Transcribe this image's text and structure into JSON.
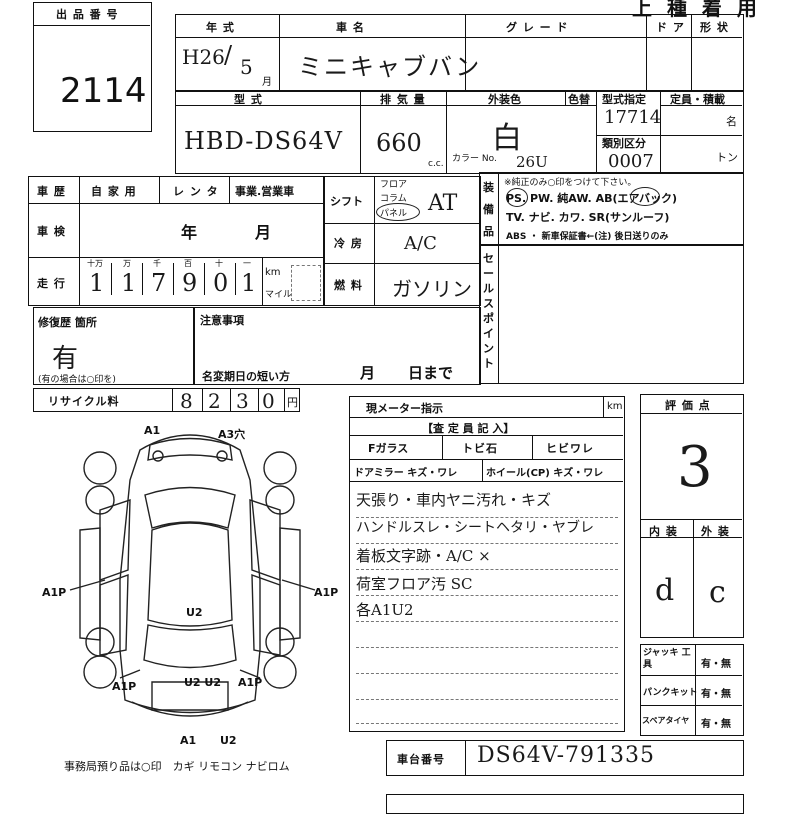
{
  "header": {
    "lot_label": "出 品 番 号",
    "lot_number": "2114",
    "title_right": "上 種 着 用",
    "year_col": "年 式",
    "name_col": "車 名",
    "grade_col": "グ レ ー ド",
    "door_col": "ド ア",
    "shape_col": "形 状",
    "year_value": "H26",
    "month_value": "5",
    "month_unit": "月",
    "car_name": "ミニキャブバン"
  },
  "specs": {
    "model_label": "型 式",
    "model_value": "HBD-DS64V",
    "displacement_label": "排 気 量",
    "displacement_value": "660",
    "cc_unit": "c.c.",
    "exterior_color_label": "外装色",
    "color_change_label": "色替",
    "color_value": "白",
    "color_no_label": "カラー No.",
    "color_no_value": "26U",
    "type_designation_label": "型式指定",
    "type_designation_value": "17714",
    "class_label": "類別区分",
    "class_value": "0007",
    "capacity_label": "定員・積載",
    "capacity_unit_person": "名",
    "capacity_unit_ton": "トン"
  },
  "history": {
    "history_label": "車 歴",
    "private_label": "自 家 用",
    "rental_label": "レ ン タ",
    "business_label": "事業.営業車",
    "inspection_label": "車 検",
    "inspection_year_unit": "年",
    "inspection_month_unit": "月",
    "mileage_label": "走 行",
    "digit_units": [
      "十万",
      "万",
      "千",
      "百",
      "十",
      "一"
    ],
    "mileage_digits": [
      "1",
      "1",
      "7",
      "9",
      "0",
      "1"
    ],
    "km_unit": "km",
    "mile_unit": "マイル"
  },
  "mechanics": {
    "shift_label": "シフト",
    "shift_options": [
      "フロア",
      "コラム",
      "パネル"
    ],
    "shift_value": "AT",
    "ac_label": "冷 房",
    "ac_value": "A/C",
    "fuel_label": "燃 料",
    "fuel_value": "ガソリン"
  },
  "equipment": {
    "label": "装 備 品",
    "note": "※純正のみ○印をつけて下さい。",
    "row1": "PS. PW. 純AW. AB(エアバック)",
    "row2": "TV. ナビ. カワ. SR(サンルーフ)",
    "row3": "ABS ・ 新車保証書←(注) 後日送りのみ"
  },
  "sales_point_label": "セールスポイント",
  "repair": {
    "label": "修復歴 箇所",
    "value": "有",
    "note": "(有の場合は○印を)"
  },
  "caution": {
    "label": "注意事項",
    "short_name_change_label": "名変期日の短い方",
    "month_unit": "月",
    "day_until": "日まで"
  },
  "recycle": {
    "label": "リサイクル料",
    "digits": [
      "8",
      "2",
      "3",
      "0"
    ],
    "yen_unit": "円"
  },
  "inspector": {
    "meter_label": "現メーター指示",
    "km_unit": "km",
    "header": "【査 定 員 記 入】",
    "glass_label": "Fガラス",
    "glass_chip": "トビ石",
    "glass_crack": "ヒビワレ",
    "mirror_label": "ドアミラー キズ・ワレ",
    "wheel_label": "ホイール(CP) キズ・ワレ",
    "notes": [
      "天張り・車内ヤニ汚れ・キズ",
      "ハンドルスレ・シートヘタリ・ヤブレ",
      "着板文字跡・A/C ×",
      "荷室フロア汚 SC",
      "各A1U2"
    ]
  },
  "rating": {
    "label": "評 価 点",
    "value": "3",
    "interior_label": "内 装",
    "exterior_label": "外 装",
    "interior_value": "d",
    "exterior_value": "c"
  },
  "tools": {
    "jack_label": "ジャッキ 工 具",
    "puncture_label": "パンクキット",
    "spare_label": "スペアタイヤ",
    "yes_no": "有・無"
  },
  "chassis": {
    "label": "車台番号",
    "value": "DS64V-791335"
  },
  "diagram": {
    "marks": [
      "A1",
      "A3穴",
      "A1P",
      "A1P",
      "U2",
      "A1P",
      "U2 U2",
      "A1P",
      "A1",
      "U2"
    ],
    "footer_note": "事務局預り品は○印　カギ リモコン ナビロム"
  }
}
